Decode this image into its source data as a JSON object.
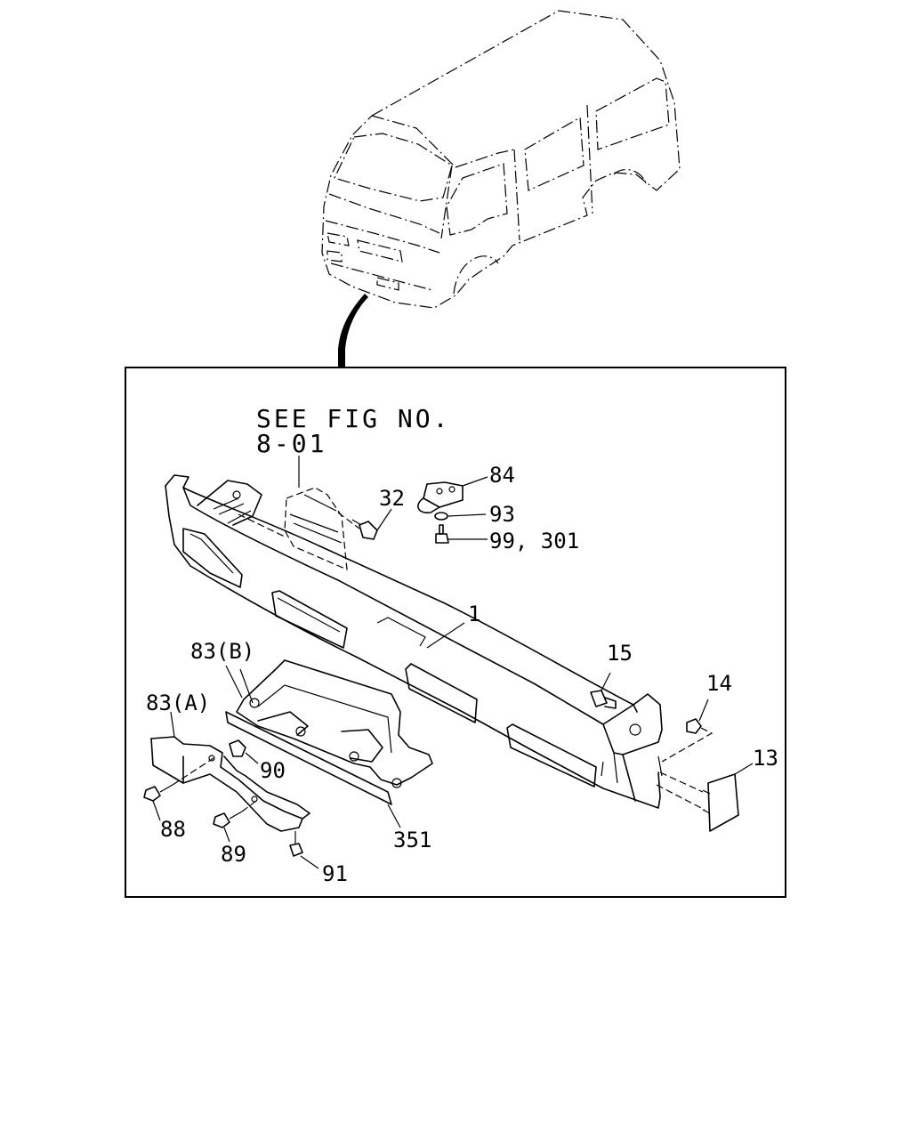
{
  "reference_note": {
    "line1": "SEE FIG NO.",
    "line2": "8-01"
  },
  "callouts": {
    "p1": "1",
    "p13": "13",
    "p14": "14",
    "p15": "15",
    "p32": "32",
    "p83a": "83(A)",
    "p83b": "83(B)",
    "p84": "84",
    "p88": "88",
    "p89": "89",
    "p90": "90",
    "p91": "91",
    "p93": "93",
    "p99": "99, 301",
    "p351": "351"
  }
}
